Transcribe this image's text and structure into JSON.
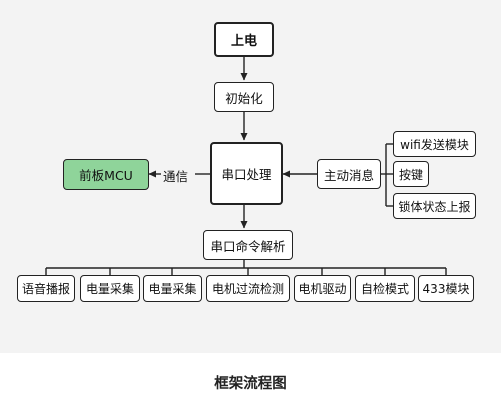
{
  "diagram": {
    "nodes": {
      "power_on": "上电",
      "init": "初始化",
      "serial_process": "串口处理",
      "front_mcu": "前板MCU",
      "active_msg": "主动消息",
      "wifi_module": "wifi发送模块",
      "keys": "按键",
      "lock_status": "锁体状态上报",
      "serial_parse": "串口命令解析",
      "voice": "语音播报",
      "power_collect_1": "电量采集",
      "power_collect_2": "电量采集",
      "motor_overcurrent": "电机过流检测",
      "motor_drive": "电机驱动",
      "self_check": "自检模式",
      "module_433": "433模块"
    },
    "edge_labels": {
      "communication": "通信"
    },
    "colors": {
      "front_mcu_fill": "#8fd49a",
      "panel_bg": "#f3f3f3"
    }
  },
  "caption": "框架流程图"
}
